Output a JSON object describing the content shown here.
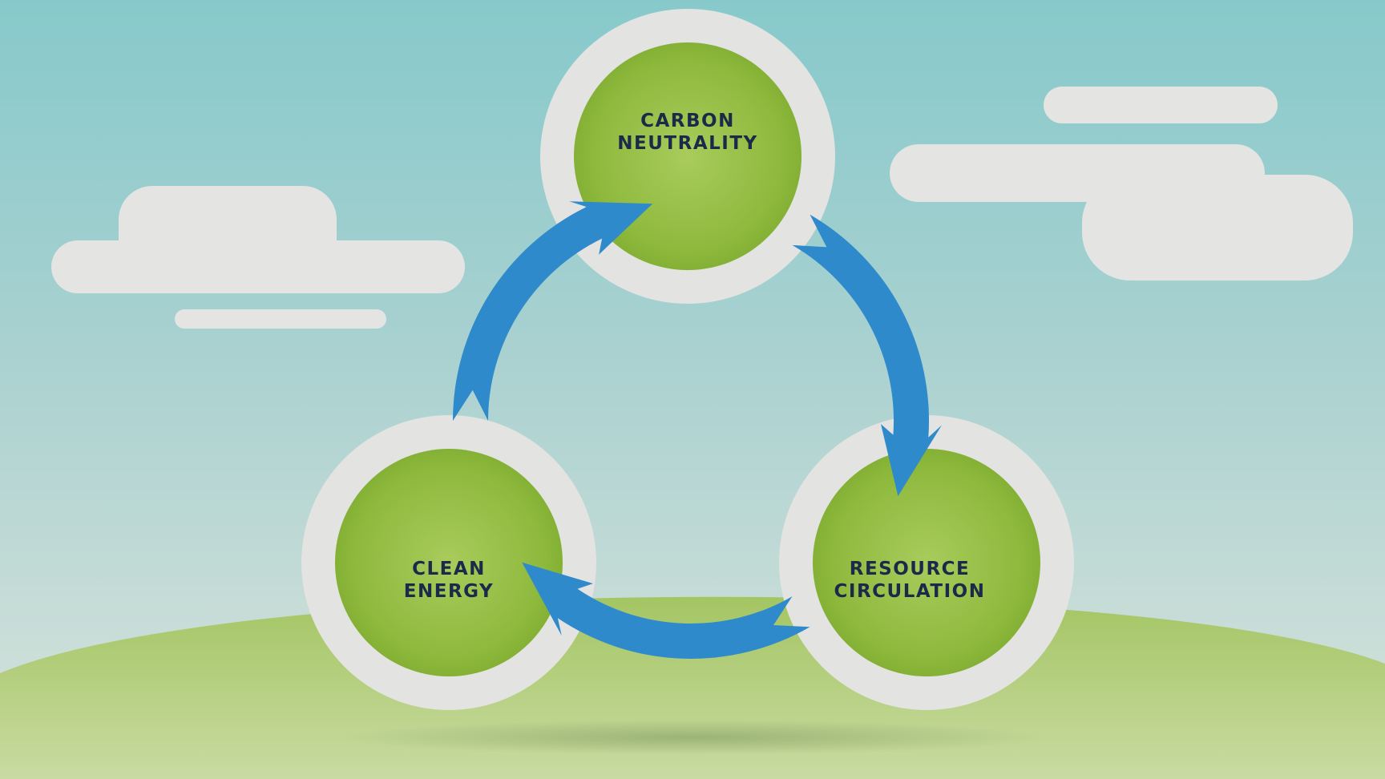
{
  "diagram": {
    "nodes": [
      {
        "id": "carbon",
        "lines": [
          "CARBON",
          "NEUTRALITY"
        ]
      },
      {
        "id": "clean",
        "lines": [
          "CLEAN",
          "ENERGY"
        ]
      },
      {
        "id": "resource",
        "lines": [
          "RESOURCE",
          "CIRCULATION"
        ]
      }
    ],
    "cycle": [
      "carbon",
      "resource",
      "clean"
    ]
  },
  "colors": {
    "sky_top": "#87c9cb",
    "sky_bottom": "#d6e2dc",
    "hill": "#a9c768",
    "cloud": "#e4e4e2",
    "ring": "#e3e3e1",
    "node_fill": "#8fba3e",
    "arrow": "#2e8acb",
    "text": "#1c2a4a"
  }
}
